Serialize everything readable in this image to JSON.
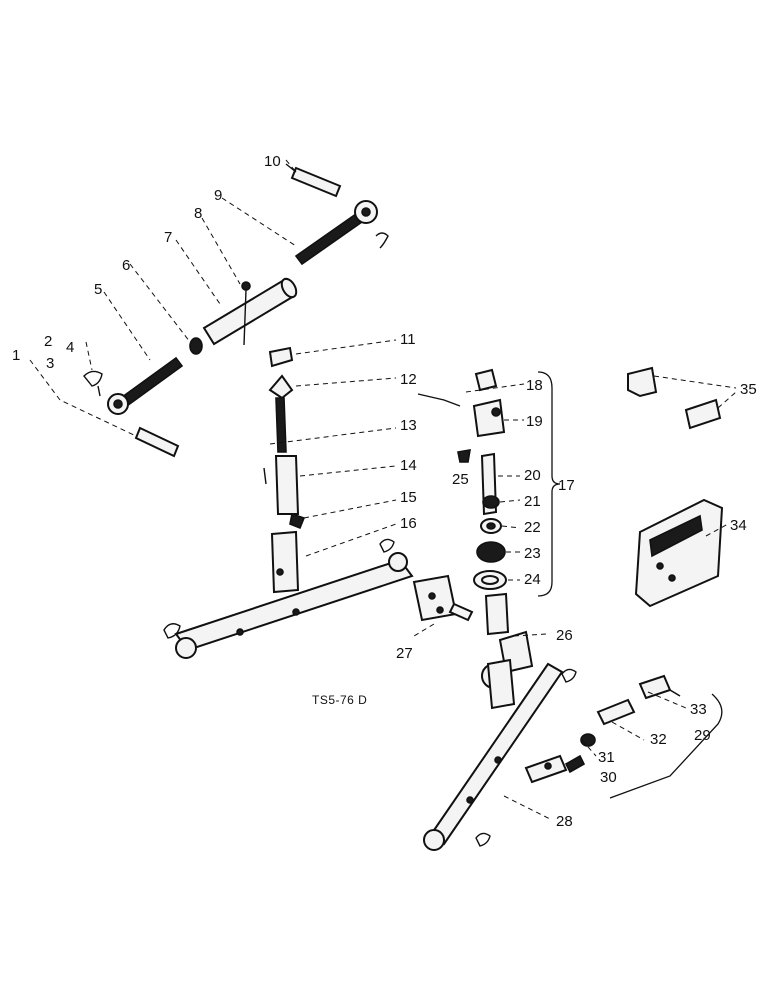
{
  "diagram": {
    "drawing_code": "TS5-76 D",
    "labels": {
      "l1": "1",
      "l2": "2",
      "l3": "3",
      "l4": "4",
      "l5": "5",
      "l6": "6",
      "l7": "7",
      "l8": "8",
      "l9": "9",
      "l10": "10",
      "l11": "11",
      "l12": "12",
      "l13": "13",
      "l14": "14",
      "l15": "15",
      "l16": "16",
      "l17": "17",
      "l18": "18",
      "l19": "19",
      "l20": "20",
      "l21": "21",
      "l22": "22",
      "l23": "23",
      "l24": "24",
      "l25": "25",
      "l26": "26",
      "l27": "27",
      "l28": "28",
      "l29": "29",
      "l30": "30",
      "l31": "31",
      "l32": "32",
      "l33": "33",
      "l34": "34",
      "l35": "35"
    }
  }
}
